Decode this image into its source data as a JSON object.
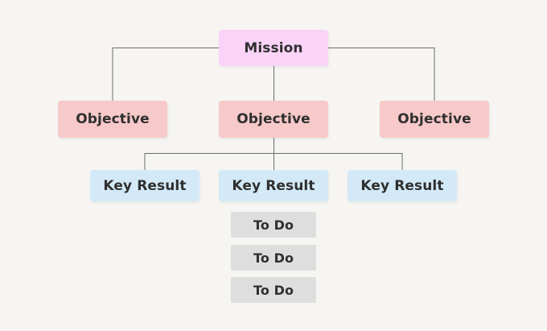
{
  "diagram": {
    "mission": {
      "label": "Mission"
    },
    "objectives": [
      {
        "label": "Objective"
      },
      {
        "label": "Objective"
      },
      {
        "label": "Objective"
      }
    ],
    "key_results": [
      {
        "label": "Key Result"
      },
      {
        "label": "Key Result"
      },
      {
        "label": "Key Result"
      }
    ],
    "todos": [
      {
        "label": "To Do"
      },
      {
        "label": "To Do"
      },
      {
        "label": "To Do"
      }
    ]
  },
  "colors": {
    "background": "#f6f5f2",
    "mission_fill": "#f9d4f7",
    "objective_fill": "#f7c9c9",
    "key_result_fill": "#d3e9f7",
    "todo_fill": "#dedede",
    "connector": "#6b6b6b",
    "text": "#2f2f2f"
  }
}
